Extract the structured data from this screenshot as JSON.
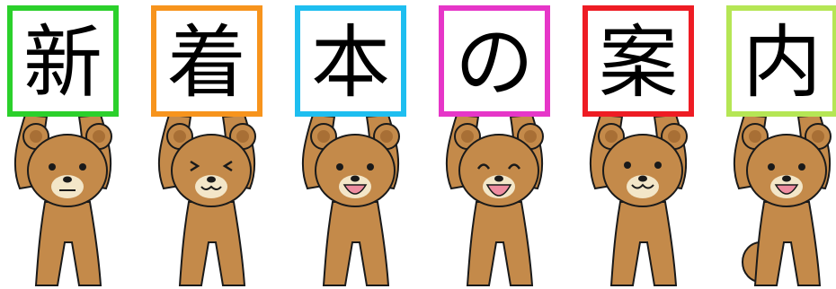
{
  "signs": [
    {
      "char": "新",
      "color": "#2bd02b",
      "face": "neutral"
    },
    {
      "char": "着",
      "color": "#f7941d",
      "face": "squint"
    },
    {
      "char": "本",
      "color": "#1ebef0",
      "face": "open"
    },
    {
      "char": "の",
      "color": "#e636c8",
      "face": "happy"
    },
    {
      "char": "案",
      "color": "#ee1c24",
      "face": "smile"
    },
    {
      "char": "内",
      "color": "#b5e655",
      "face": "open-tail"
    }
  ],
  "colors": {
    "fur": "#c48a4a",
    "outline": "#1a1a1a",
    "muzzle": "#f3e6c8",
    "mouth": "#ee8ca0"
  }
}
